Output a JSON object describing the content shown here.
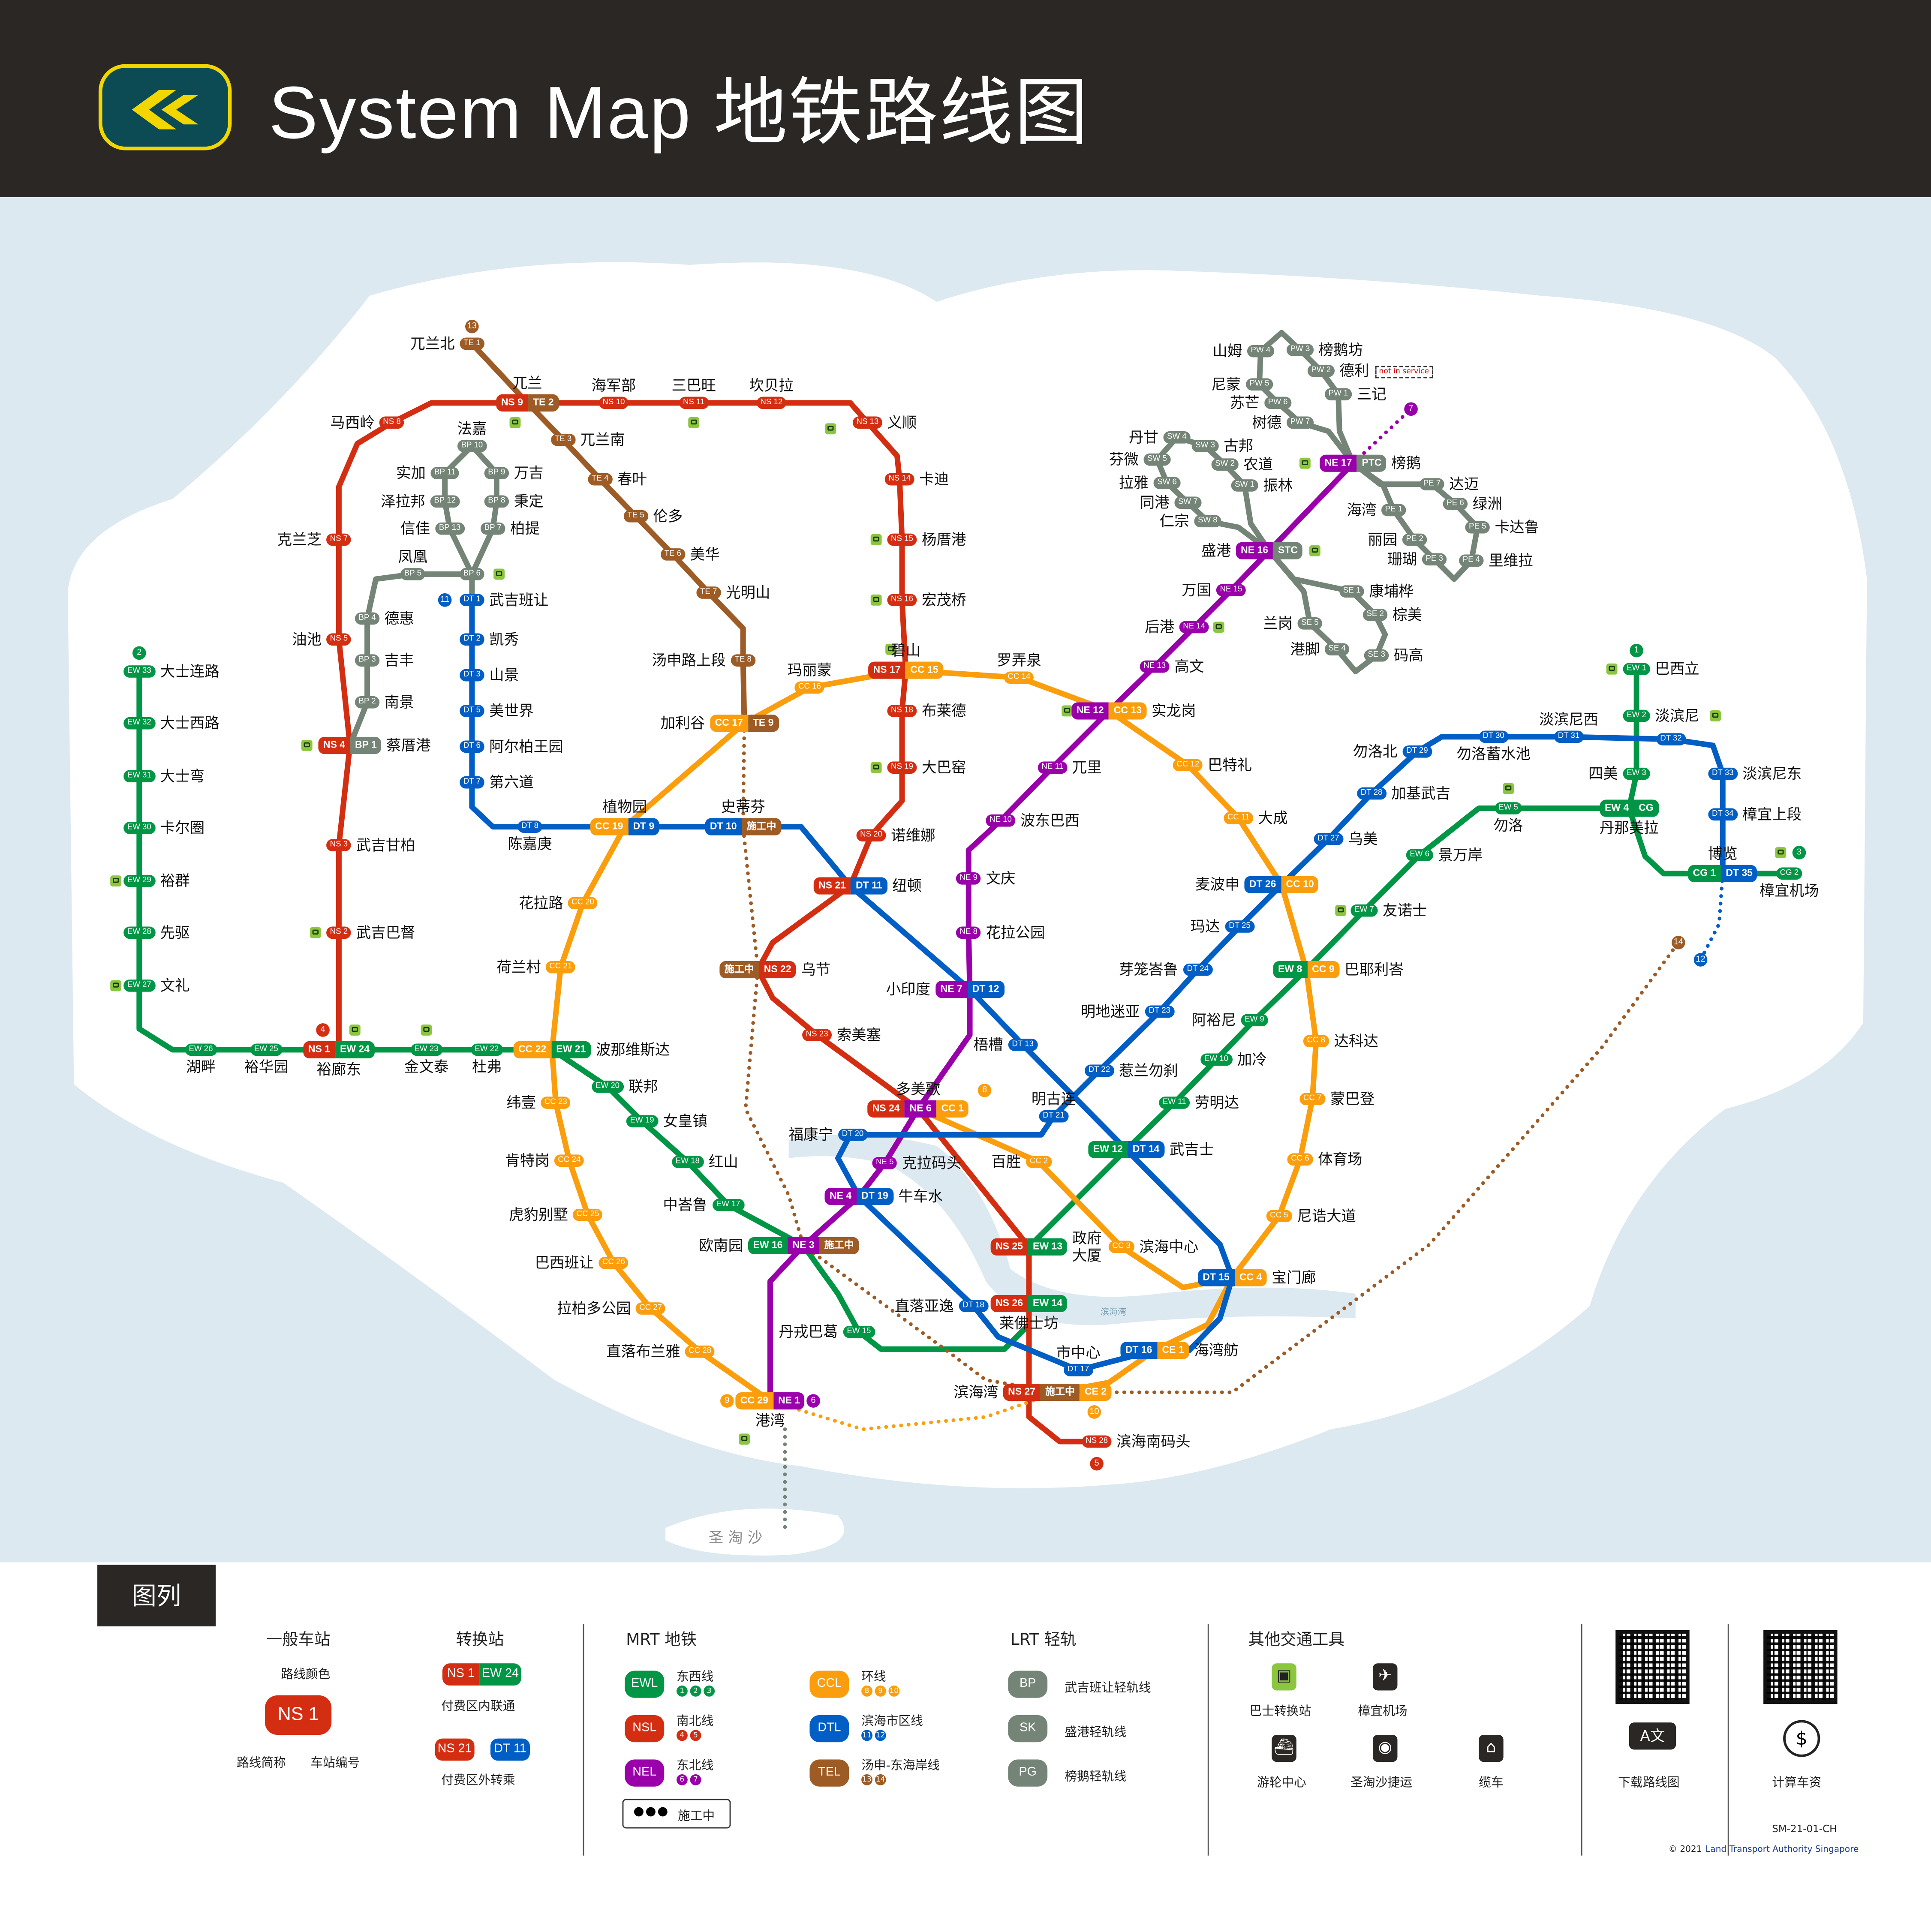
{
  "header": {
    "title": "System Map 地铁路线图"
  },
  "colors": {
    "EW": "#009645",
    "NS": "#d42e12",
    "NE": "#9900aa",
    "CC": "#fa9e0d",
    "DT": "#005ec4",
    "TE": "#9d5b25",
    "LRT": "#748477",
    "bus": "#8cc63f",
    "header": "#2b2724",
    "sea": "#dde9f1"
  },
  "stations": [
    {
      "c": [
        "EW 33"
      ],
      "n": "大士连路"
    },
    {
      "c": [
        "EW 32"
      ],
      "n": "大士西路"
    },
    {
      "c": [
        "EW 31"
      ],
      "n": "大士弯"
    },
    {
      "c": [
        "EW 30"
      ],
      "n": "卡尔圈"
    },
    {
      "c": [
        "EW 29"
      ],
      "n": "裕群"
    },
    {
      "c": [
        "EW 28"
      ],
      "n": "先驱"
    },
    {
      "c": [
        "EW 27"
      ],
      "n": "文礼"
    },
    {
      "c": [
        "EW 26"
      ],
      "n": "湖畔"
    },
    {
      "c": [
        "EW 25"
      ],
      "n": "裕华园"
    },
    {
      "c": [
        "NS 1",
        "EW 24"
      ],
      "n": "裕廊东"
    },
    {
      "c": [
        "EW 23"
      ],
      "n": "金文泰"
    },
    {
      "c": [
        "EW 22"
      ],
      "n": "杜弗"
    },
    {
      "c": [
        "CC 22",
        "EW 21"
      ],
      "n": "波那维斯达"
    },
    {
      "c": [
        "EW 20"
      ],
      "n": "联邦"
    },
    {
      "c": [
        "EW 19"
      ],
      "n": "女皇镇"
    },
    {
      "c": [
        "EW 18"
      ],
      "n": "红山"
    },
    {
      "c": [
        "EW 17"
      ],
      "n": "中峇鲁"
    },
    {
      "c": [
        "EW 16",
        "NE 3",
        "施工中"
      ],
      "n": "欧南园"
    },
    {
      "c": [
        "EW 15"
      ],
      "n": "丹戎巴葛"
    },
    {
      "c": [
        "NS 26",
        "EW 14"
      ],
      "n": "莱佛士坊"
    },
    {
      "c": [
        "NS 25",
        "EW 13"
      ],
      "n": "政府大厦"
    },
    {
      "c": [
        "EW 12",
        "DT 14"
      ],
      "n": "武吉士"
    },
    {
      "c": [
        "EW 11"
      ],
      "n": "劳明达"
    },
    {
      "c": [
        "EW 10"
      ],
      "n": "加冷"
    },
    {
      "c": [
        "EW 9"
      ],
      "n": "阿裕尼"
    },
    {
      "c": [
        "EW 8",
        "CC 9"
      ],
      "n": "巴耶利峇"
    },
    {
      "c": [
        "EW 7"
      ],
      "n": "友诺士"
    },
    {
      "c": [
        "EW 6"
      ],
      "n": "景万岸"
    },
    {
      "c": [
        "EW 5"
      ],
      "n": "勿洛"
    },
    {
      "c": [
        "EW 4",
        "CG"
      ],
      "n": "丹那美拉"
    },
    {
      "c": [
        "EW 3"
      ],
      "n": "四美"
    },
    {
      "c": [
        "EW 2"
      ],
      "n": "淡滨尼"
    },
    {
      "c": [
        "EW 1"
      ],
      "n": "巴西立"
    },
    {
      "c": [
        "CG 1",
        "DT 35"
      ],
      "n": "博览"
    },
    {
      "c": [
        "CG 2"
      ],
      "n": "樟宜机场"
    },
    {
      "c": [
        "NS 2"
      ],
      "n": "武吉巴督"
    },
    {
      "c": [
        "NS 3"
      ],
      "n": "武吉甘柏"
    },
    {
      "c": [
        "NS 4",
        "BP 1"
      ],
      "n": "蔡厝港"
    },
    {
      "c": [
        "NS 5"
      ],
      "n": "油池"
    },
    {
      "c": [
        "NS 7"
      ],
      "n": "克兰芝"
    },
    {
      "c": [
        "NS 8"
      ],
      "n": "马西岭"
    },
    {
      "c": [
        "NS 9",
        "TE 2"
      ],
      "n": "兀兰"
    },
    {
      "c": [
        "NS 10"
      ],
      "n": "海军部"
    },
    {
      "c": [
        "NS 11"
      ],
      "n": "三巴旺"
    },
    {
      "c": [
        "NS 12"
      ],
      "n": "坎贝拉"
    },
    {
      "c": [
        "NS 13"
      ],
      "n": "义顺"
    },
    {
      "c": [
        "NS 14"
      ],
      "n": "卡迪"
    },
    {
      "c": [
        "NS 15"
      ],
      "n": "杨厝港"
    },
    {
      "c": [
        "NS 16"
      ],
      "n": "宏茂桥"
    },
    {
      "c": [
        "NS 17",
        "CC 15"
      ],
      "n": "碧山"
    },
    {
      "c": [
        "NS 18"
      ],
      "n": "布莱德"
    },
    {
      "c": [
        "NS 19"
      ],
      "n": "大巴窑"
    },
    {
      "c": [
        "NS 20"
      ],
      "n": "诺维娜"
    },
    {
      "c": [
        "NS 21",
        "DT 11"
      ],
      "n": "纽顿"
    },
    {
      "c": [
        "施工中",
        "NS 22"
      ],
      "n": "乌节"
    },
    {
      "c": [
        "NS 23"
      ],
      "n": "索美塞"
    },
    {
      "c": [
        "NS 24",
        "NE 6",
        "CC 1"
      ],
      "n": "多美歌"
    },
    {
      "c": [
        "NS 27",
        "施工中",
        "CE 2"
      ],
      "n": "滨海湾"
    },
    {
      "c": [
        "NS 28"
      ],
      "n": "滨海南码头"
    },
    {
      "c": [
        "CC 29",
        "NE 1"
      ],
      "n": "港湾"
    },
    {
      "c": [
        "NE 4",
        "DT 19"
      ],
      "n": "牛车水"
    },
    {
      "c": [
        "NE 5"
      ],
      "n": "克拉码头"
    },
    {
      "c": [
        "NE 7",
        "DT 12"
      ],
      "n": "小印度"
    },
    {
      "c": [
        "NE 8"
      ],
      "n": "花拉公园"
    },
    {
      "c": [
        "NE 9"
      ],
      "n": "文庆"
    },
    {
      "c": [
        "NE 10"
      ],
      "n": "波东巴西"
    },
    {
      "c": [
        "NE 11"
      ],
      "n": "兀里"
    },
    {
      "c": [
        "NE 12",
        "CC 13"
      ],
      "n": "实龙岗"
    },
    {
      "c": [
        "NE 13"
      ],
      "n": "高文"
    },
    {
      "c": [
        "NE 14"
      ],
      "n": "后港"
    },
    {
      "c": [
        "NE 15"
      ],
      "n": "万国"
    },
    {
      "c": [
        "NE 16",
        "STC"
      ],
      "n": "盛港"
    },
    {
      "c": [
        "NE 17",
        "PTC"
      ],
      "n": "榜鹅"
    },
    {
      "c": [
        "CC 2"
      ],
      "n": "百胜"
    },
    {
      "c": [
        "CC 3"
      ],
      "n": "滨海中心"
    },
    {
      "c": [
        "DT 15",
        "CC 4"
      ],
      "n": "宝门廊"
    },
    {
      "c": [
        "CC 5"
      ],
      "n": "尼诰大道"
    },
    {
      "c": [
        "CC 6"
      ],
      "n": "体育场"
    },
    {
      "c": [
        "CC 7"
      ],
      "n": "蒙巴登"
    },
    {
      "c": [
        "CC 8"
      ],
      "n": "达科达"
    },
    {
      "c": [
        "DT 26",
        "CC 10"
      ],
      "n": "麦波申"
    },
    {
      "c": [
        "CC 11"
      ],
      "n": "大成"
    },
    {
      "c": [
        "CC 12"
      ],
      "n": "巴特礼"
    },
    {
      "c": [
        "CC 14"
      ],
      "n": "罗弄泉"
    },
    {
      "c": [
        "CC 16"
      ],
      "n": "玛丽蒙"
    },
    {
      "c": [
        "CC 17",
        "TE 9"
      ],
      "n": "加利谷"
    },
    {
      "c": [
        "CC 19",
        "DT 9"
      ],
      "n": "植物园"
    },
    {
      "c": [
        "CC 20"
      ],
      "n": "花拉路"
    },
    {
      "c": [
        "CC 21"
      ],
      "n": "荷兰村"
    },
    {
      "c": [
        "CC 23"
      ],
      "n": "纬壹"
    },
    {
      "c": [
        "CC 24"
      ],
      "n": "肯特岗"
    },
    {
      "c": [
        "CC 25"
      ],
      "n": "虎豹别墅"
    },
    {
      "c": [
        "CC 26"
      ],
      "n": "巴西班让"
    },
    {
      "c": [
        "CC 27"
      ],
      "n": "拉柏多公园"
    },
    {
      "c": [
        "CC 28"
      ],
      "n": "直落布兰雅"
    },
    {
      "c": [
        "DT 16",
        "CE 1"
      ],
      "n": "海湾舫"
    },
    {
      "c": [
        "DT 1"
      ],
      "n": "武吉班让"
    },
    {
      "c": [
        "DT 2"
      ],
      "n": "凯秀"
    },
    {
      "c": [
        "DT 3"
      ],
      "n": "山景"
    },
    {
      "c": [
        "DT 5"
      ],
      "n": "美世界"
    },
    {
      "c": [
        "DT 6"
      ],
      "n": "阿尔柏王园"
    },
    {
      "c": [
        "DT 7"
      ],
      "n": "第六道"
    },
    {
      "c": [
        "DT 8"
      ],
      "n": "陈嘉庚"
    },
    {
      "c": [
        "DT 10",
        "施工中"
      ],
      "n": "史蒂芬"
    },
    {
      "c": [
        "DT 13"
      ],
      "n": "梧槽"
    },
    {
      "c": [
        "DT 17"
      ],
      "n": "市中心"
    },
    {
      "c": [
        "DT 18"
      ],
      "n": "直落亚逸"
    },
    {
      "c": [
        "DT 20"
      ],
      "n": "福康宁"
    },
    {
      "c": [
        "DT 21"
      ],
      "n": "明古连"
    },
    {
      "c": [
        "DT 22"
      ],
      "n": "惹兰勿刹"
    },
    {
      "c": [
        "DT 23"
      ],
      "n": "明地迷亚"
    },
    {
      "c": [
        "DT 24"
      ],
      "n": "芽笼峇鲁"
    },
    {
      "c": [
        "DT 25"
      ],
      "n": "玛达"
    },
    {
      "c": [
        "DT 27"
      ],
      "n": "乌美"
    },
    {
      "c": [
        "DT 28"
      ],
      "n": "加基武吉"
    },
    {
      "c": [
        "DT 29"
      ],
      "n": "勿洛北"
    },
    {
      "c": [
        "DT 30"
      ],
      "n": "勿洛蓄水池"
    },
    {
      "c": [
        "DT 31"
      ],
      "n": "淡滨尼西"
    },
    {
      "c": [
        "DT 32"
      ],
      "n": ""
    },
    {
      "c": [
        "DT 33"
      ],
      "n": "淡滨尼东"
    },
    {
      "c": [
        "DT 34"
      ],
      "n": "樟宜上段"
    },
    {
      "c": [
        "TE 1"
      ],
      "n": "兀兰北"
    },
    {
      "c": [
        "TE 3"
      ],
      "n": "兀兰南"
    },
    {
      "c": [
        "TE 4"
      ],
      "n": "春叶"
    },
    {
      "c": [
        "TE 5"
      ],
      "n": "伦多"
    },
    {
      "c": [
        "TE 6"
      ],
      "n": "美华"
    },
    {
      "c": [
        "TE 7"
      ],
      "n": "光明山"
    },
    {
      "c": [
        "TE 8"
      ],
      "n": "汤申路上段"
    },
    {
      "c": [
        "BP 2"
      ],
      "n": "南景"
    },
    {
      "c": [
        "BP 3"
      ],
      "n": "吉丰"
    },
    {
      "c": [
        "BP 4"
      ],
      "n": "德惠"
    },
    {
      "c": [
        "BP 5"
      ],
      "n": "凤凰"
    },
    {
      "c": [
        "BP 6"
      ],
      "n": ""
    },
    {
      "c": [
        "BP 7"
      ],
      "n": "柏提"
    },
    {
      "c": [
        "BP 8"
      ],
      "n": "秉定"
    },
    {
      "c": [
        "BP 9"
      ],
      "n": "万吉"
    },
    {
      "c": [
        "BP 10"
      ],
      "n": "法嘉"
    },
    {
      "c": [
        "BP 11"
      ],
      "n": "实加"
    },
    {
      "c": [
        "BP 12"
      ],
      "n": "泽拉邦"
    },
    {
      "c": [
        "BP 13"
      ],
      "n": "信佳"
    },
    {
      "c": [
        "SW 1"
      ],
      "n": "振林"
    },
    {
      "c": [
        "SW 2"
      ],
      "n": "农道"
    },
    {
      "c": [
        "SW 3"
      ],
      "n": "古邦"
    },
    {
      "c": [
        "SW 4"
      ],
      "n": "丹甘"
    },
    {
      "c": [
        "SW 5"
      ],
      "n": "芬微"
    },
    {
      "c": [
        "SW 6"
      ],
      "n": "拉雅"
    },
    {
      "c": [
        "SW 7"
      ],
      "n": "同港"
    },
    {
      "c": [
        "SW 8"
      ],
      "n": "仁宗"
    },
    {
      "c": [
        "SE 1"
      ],
      "n": "康埔桦"
    },
    {
      "c": [
        "SE 2"
      ],
      "n": "棕美"
    },
    {
      "c": [
        "SE 3"
      ],
      "n": "码高"
    },
    {
      "c": [
        "SE 4"
      ],
      "n": "港脚"
    },
    {
      "c": [
        "SE 5"
      ],
      "n": "兰岗"
    },
    {
      "c": [
        "PW 1"
      ],
      "n": "三记"
    },
    {
      "c": [
        "PW 2"
      ],
      "n": "德利"
    },
    {
      "c": [
        "PW 3"
      ],
      "n": "榜鹅坊"
    },
    {
      "c": [
        "PW 4"
      ],
      "n": "山姆"
    },
    {
      "c": [
        "PW 5"
      ],
      "n": "尼蒙"
    },
    {
      "c": [
        "PW 6"
      ],
      "n": "苏芒"
    },
    {
      "c": [
        "PW 7"
      ],
      "n": "树德"
    },
    {
      "c": [
        "PE 1"
      ],
      "n": "海湾"
    },
    {
      "c": [
        "PE 2"
      ],
      "n": "丽园"
    },
    {
      "c": [
        "PE 3"
      ],
      "n": "珊瑚"
    },
    {
      "c": [
        "PE 4"
      ],
      "n": "里维拉"
    },
    {
      "c": [
        "PE 5"
      ],
      "n": "卡达鲁"
    },
    {
      "c": [
        "PE 6"
      ],
      "n": "绿洲"
    },
    {
      "c": [
        "PE 7"
      ],
      "n": "达迈"
    }
  ],
  "terminals": [
    {
      "n": "13",
      "line": "TE"
    },
    {
      "n": "2",
      "line": "EW"
    },
    {
      "n": "4",
      "line": "NS"
    },
    {
      "n": "1",
      "line": "EW"
    },
    {
      "n": "3",
      "line": "EW"
    },
    {
      "n": "7",
      "line": "NE"
    },
    {
      "n": "8",
      "line": "CC"
    },
    {
      "n": "9",
      "line": "CC"
    },
    {
      "n": "6",
      "line": "NE"
    },
    {
      "n": "5",
      "line": "NS"
    },
    {
      "n": "10",
      "line": "CC"
    },
    {
      "n": "11",
      "line": "DT"
    },
    {
      "n": "12",
      "line": "DT"
    },
    {
      "n": "14",
      "line": "TE"
    }
  ],
  "annotations": {
    "not_in_service": "not in service",
    "sentosa": "圣 淘 沙",
    "marina_bay_water": "滨海湾"
  },
  "legend": {
    "title": "图列",
    "general": {
      "title": "一般车站",
      "color_label": "路线颜色",
      "sample": "NS 1",
      "abbr_label": "路线简称",
      "number_label": "车站编号"
    },
    "interchange": {
      "title": "转换站",
      "paid_codes": [
        "NS 1",
        "EW 24"
      ],
      "paid": "付费区内联通",
      "unpaid_codes": [
        "NS 21",
        "DT 11"
      ],
      "unpaid": "付费区外转乘"
    },
    "mrt": {
      "title": "MRT  地铁",
      "lines": [
        {
          "abbr": "EWL",
          "name": "东西线",
          "terms": [
            "1",
            "2",
            "3"
          ],
          "color": "#009645"
        },
        {
          "abbr": "NSL",
          "name": "南北线",
          "terms": [
            "4",
            "5"
          ],
          "color": "#d42e12"
        },
        {
          "abbr": "NEL",
          "name": "东北线",
          "terms": [
            "6",
            "7"
          ],
          "color": "#9900aa"
        },
        {
          "abbr": "CCL",
          "name": "环线",
          "terms": [
            "8",
            "9",
            "10"
          ],
          "color": "#fa9e0d"
        },
        {
          "abbr": "DTL",
          "name": "滨海市区线",
          "terms": [
            "11",
            "12"
          ],
          "color": "#005ec4"
        },
        {
          "abbr": "TEL",
          "name": "汤申-东海岸线",
          "terms": [
            "13",
            "14"
          ],
          "color": "#9d5b25"
        }
      ]
    },
    "lrt": {
      "title": "LRT  轻轨",
      "lines": [
        {
          "abbr": "BP",
          "name": "武吉班让轻轨线"
        },
        {
          "abbr": "SK",
          "name": "盛港轻轨线"
        },
        {
          "abbr": "PG",
          "name": "榜鹅轻轨线"
        }
      ]
    },
    "construction": "施工中",
    "other": {
      "title": "其他交通工具",
      "items": [
        "巴士转换站",
        "樟宜机场",
        "游轮中心",
        "圣淘沙捷运",
        "缆车"
      ]
    },
    "qr": [
      "下载路线图",
      "计算车资"
    ],
    "doc_code": "SM-21-01-CH",
    "copyright": "© 2021",
    "authority": "Land Transport Authority Singapore"
  }
}
